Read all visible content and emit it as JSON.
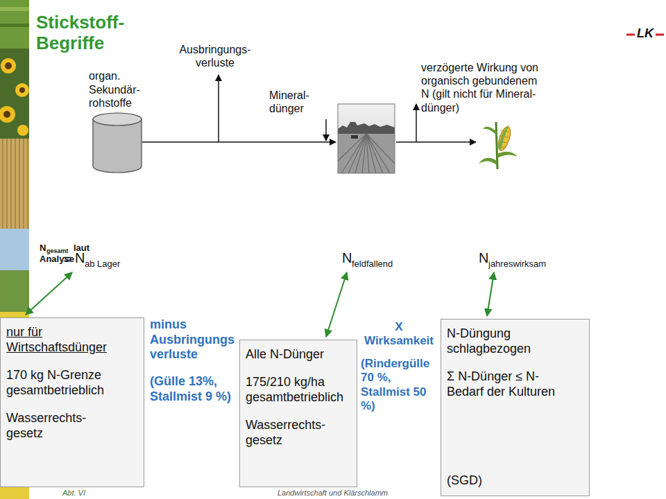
{
  "diagram": {
    "title": "Stickstoff- Begriffe",
    "nodes": [
      {
        "text": [
          "organ. Sekundär- rohstoffe"
        ]
      },
      {
        "text": [
          "nur für Wirtschaftsdünger",
          "170 kg N-Grenze gesamtbetrieblich",
          "Wasserrechts- gesetz"
        ]
      },
      {
        "text": [
          "Alle N-Dünger",
          "175/210 kg/ha gesamtbetrieblich",
          "Wasserrechts- gesetz"
        ]
      },
      {
        "text": [
          "N-Düngung schlagbezogen",
          "Σ N-Dünger ≤ N-Bedarf der Kulturen",
          "(SGD)"
        ]
      }
    ],
    "labels": [
      "Ausbringungs- verluste",
      "Mineral- dünger",
      "verzögerte Wirkung von organisch gebundenem N (gilt nicht für Mineral- dünger)",
      "N",
      "gesamt",
      "laut",
      "Analyse",
      "=",
      "N",
      "ab Lager",
      "N",
      "feldfallend",
      "N",
      "jahreswirksam",
      "minus Ausbringungs verluste",
      "(Gülle 13%, Stallmist 9 %)",
      "X Wirksamkeit",
      "(Rindergülle 70 %, Stallmist 50 %)",
      "LK",
      "Abt. VI",
      "Landwirtschaft und Klärschlamm"
    ]
  }
}
